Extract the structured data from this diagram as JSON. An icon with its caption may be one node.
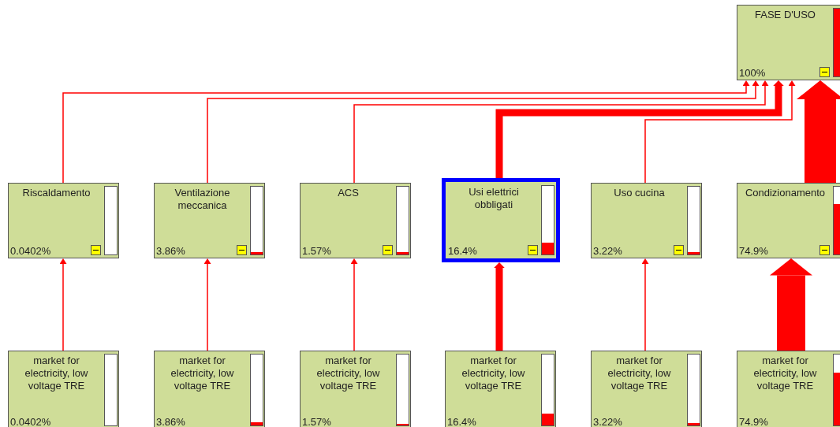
{
  "diagram": {
    "nodes": [
      {
        "text": [
          "FASE D'USO",
          "100%"
        ]
      },
      {
        "text": [
          "Riscaldamento",
          "0.0402%"
        ]
      },
      {
        "text": [
          "Ventilazione meccanica",
          "3.86%"
        ]
      },
      {
        "text": [
          "ACS",
          "1.57%"
        ]
      },
      {
        "text": [
          "Usi elettrici obbligati",
          "16.4%"
        ]
      },
      {
        "text": [
          "Uso cucina",
          "3.22%"
        ]
      },
      {
        "text": [
          "Condizionamento",
          "74.9%"
        ]
      },
      {
        "text": [
          "market for electricity, low voltage TRE",
          "0.0402%"
        ]
      },
      {
        "text": [
          "market for electricity, low voltage TRE",
          "3.86%"
        ]
      },
      {
        "text": [
          "market for electricity, low voltage TRE",
          "1.57%"
        ]
      },
      {
        "text": [
          "market for electricity, low voltage TRE",
          "16.4%"
        ]
      },
      {
        "text": [
          "market for electricity, low voltage TRE",
          "3.22%"
        ]
      },
      {
        "text": [
          "market for electricity, low voltage TRE",
          "74.9%"
        ]
      }
    ],
    "edges": [
      {
        "from": 1,
        "to": 0,
        "arrow": "to"
      },
      {
        "from": 2,
        "to": 0,
        "arrow": "to"
      },
      {
        "from": 3,
        "to": 0,
        "arrow": "to"
      },
      {
        "from": 4,
        "to": 0,
        "arrow": "to",
        "style": "thick"
      },
      {
        "from": 5,
        "to": 0,
        "arrow": "to"
      },
      {
        "from": 6,
        "to": 0,
        "arrow": "to",
        "style": "thick"
      },
      {
        "from": 7,
        "to": 1,
        "arrow": "to"
      },
      {
        "from": 8,
        "to": 2,
        "arrow": "to"
      },
      {
        "from": 9,
        "to": 3,
        "arrow": "to"
      },
      {
        "from": 10,
        "to": 4,
        "arrow": "to",
        "style": "thick"
      },
      {
        "from": 11,
        "to": 5,
        "arrow": "to"
      },
      {
        "from": 12,
        "to": 6,
        "arrow": "to",
        "style": "thick"
      }
    ]
  }
}
